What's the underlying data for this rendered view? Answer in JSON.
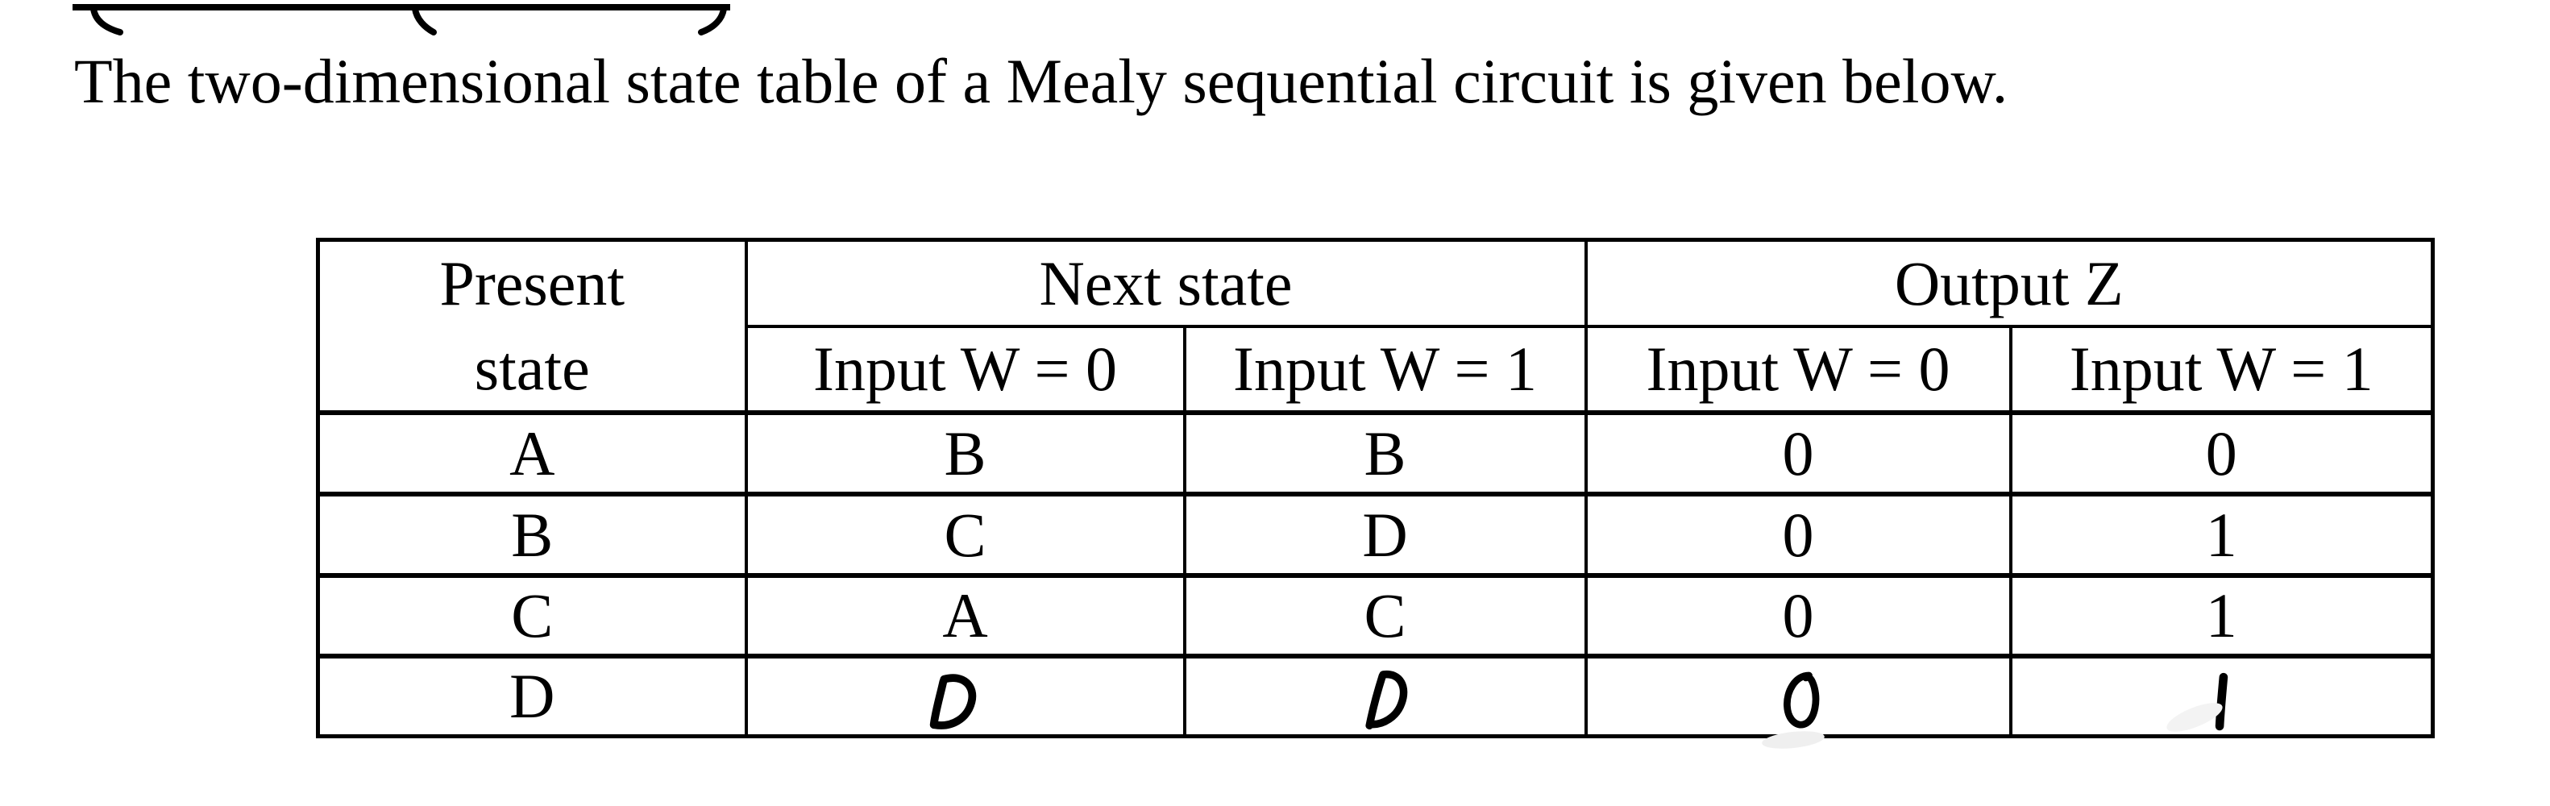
{
  "page": {
    "paper_color": "#ffffff",
    "ink_color": "#000000"
  },
  "clipped_heading": {
    "note": "bottom sliver of an underlined heading cut off by the screenshot top edge",
    "underline": true,
    "fragments": [
      "open-paren-bottom",
      "open-paren-bottom",
      "close-paren-bottom"
    ]
  },
  "intro": {
    "text": "The two-dimensional state table of a Mealy sequential circuit is given below."
  },
  "state_table": {
    "header": {
      "present_state_line1": "Present",
      "present_state_line2": "state",
      "next_state": "Next state",
      "output_z": "Output Z",
      "next_input_w0": "Input W = 0",
      "next_input_w1": "Input W = 1",
      "out_input_w0": "Input W = 0",
      "out_input_w1": "Input W = 1"
    },
    "rows": [
      {
        "present": "A",
        "next_w0": "B",
        "next_w1": "B",
        "out_w0": "0",
        "out_w1": "0",
        "handwritten": false
      },
      {
        "present": "B",
        "next_w0": "C",
        "next_w1": "D",
        "out_w0": "0",
        "out_w1": "1",
        "handwritten": false
      },
      {
        "present": "C",
        "next_w0": "A",
        "next_w1": "C",
        "out_w0": "0",
        "out_w1": "1",
        "handwritten": false
      },
      {
        "present": "D",
        "next_w0": "D",
        "next_w1": "D",
        "out_w0": "0",
        "out_w1": "1",
        "handwritten": true
      }
    ]
  }
}
